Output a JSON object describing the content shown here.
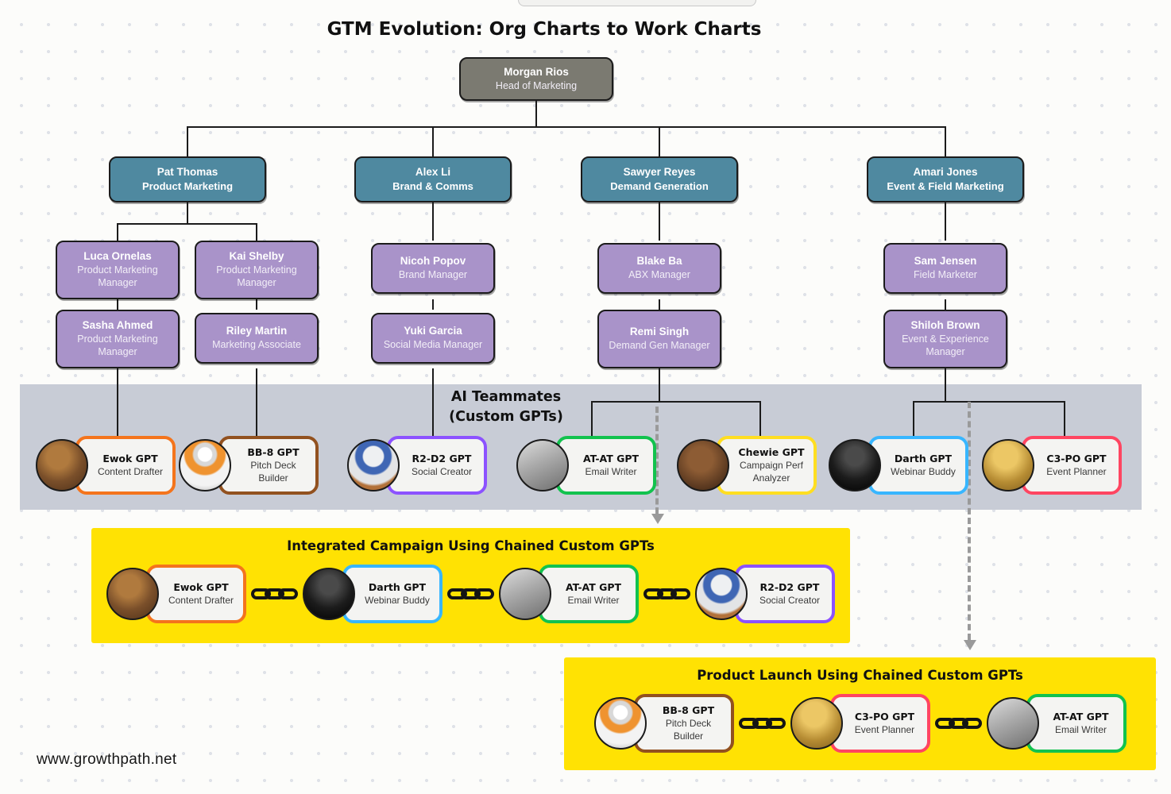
{
  "title": "GTM Evolution: Org Charts to Work Charts",
  "website": "www.growthpath.net",
  "org": {
    "root": {
      "name": "Morgan Rios",
      "role": "Head of Marketing"
    },
    "leads": [
      {
        "name": "Pat Thomas",
        "role": "Product Marketing"
      },
      {
        "name": "Alex Li",
        "role": "Brand & Comms"
      },
      {
        "name": "Sawyer Reyes",
        "role": "Demand Generation"
      },
      {
        "name": "Amari Jones",
        "role": "Event & Field Marketing"
      }
    ],
    "members": [
      {
        "name": "Luca Ornelas",
        "role": "Product Marketing Manager"
      },
      {
        "name": "Kai Shelby",
        "role": "Product Marketing Manager"
      },
      {
        "name": "Nicoh Popov",
        "role": "Brand Manager"
      },
      {
        "name": "Blake Ba",
        "role": "ABX Manager"
      },
      {
        "name": "Sam Jensen",
        "role": "Field Marketer"
      },
      {
        "name": "Sasha Ahmed",
        "role": "Product Marketing Manager"
      },
      {
        "name": "Riley Martin",
        "role": "Marketing Associate"
      },
      {
        "name": "Yuki Garcia",
        "role": "Social Media Manager"
      },
      {
        "name": "Remi Singh",
        "role": "Demand Gen Manager"
      },
      {
        "name": "Shiloh Brown",
        "role": "Event & Experience Manager"
      }
    ]
  },
  "band": {
    "title_line1": "AI Teammates",
    "title_line2": "(Custom GPTs)",
    "gpts": [
      {
        "name": "Ewok GPT",
        "role": "Content Drafter",
        "border_color": "#f4741c",
        "avatar": "ewok-avatar"
      },
      {
        "name": "BB-8 GPT",
        "role": "Pitch Deck Builder",
        "border_color": "#92511f",
        "avatar": "bb8-avatar"
      },
      {
        "name": "R2-D2 GPT",
        "role": "Social Creator",
        "border_color": "#8c52ff",
        "avatar": "r2d2-avatar"
      },
      {
        "name": "AT-AT GPT",
        "role": "Email Writer",
        "border_color": "#12c24e",
        "avatar": "atat-avatar"
      },
      {
        "name": "Chewie GPT",
        "role": "Campaign Perf Analyzer",
        "border_color": "#ffde21",
        "avatar": "chewie-avatar"
      },
      {
        "name": "Darth GPT",
        "role": "Webinar Buddy",
        "border_color": "#38b6ff",
        "avatar": "darth-avatar"
      },
      {
        "name": "C3-PO GPT",
        "role": "Event Planner",
        "border_color": "#ff4561",
        "avatar": "c3po-avatar"
      }
    ]
  },
  "workflows": [
    {
      "title": "Integrated Campaign Using Chained Custom GPTs"
    },
    {
      "title": "Product Launch Using Chained Custom GPTs"
    }
  ]
}
